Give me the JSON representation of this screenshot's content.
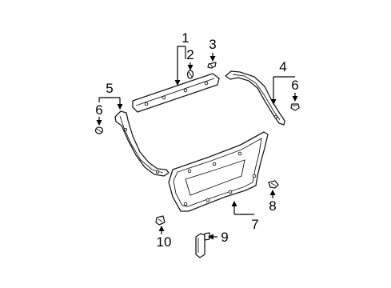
{
  "callouts": [
    {
      "id": "1",
      "label": "1"
    },
    {
      "id": "2",
      "label": "2"
    },
    {
      "id": "3",
      "label": "3"
    },
    {
      "id": "4",
      "label": "4"
    },
    {
      "id": "5",
      "label": "5"
    },
    {
      "id": "6a",
      "label": "6"
    },
    {
      "id": "6b",
      "label": "6"
    },
    {
      "id": "7",
      "label": "7"
    },
    {
      "id": "8",
      "label": "8"
    },
    {
      "id": "9",
      "label": "9"
    },
    {
      "id": "10",
      "label": "10"
    }
  ]
}
